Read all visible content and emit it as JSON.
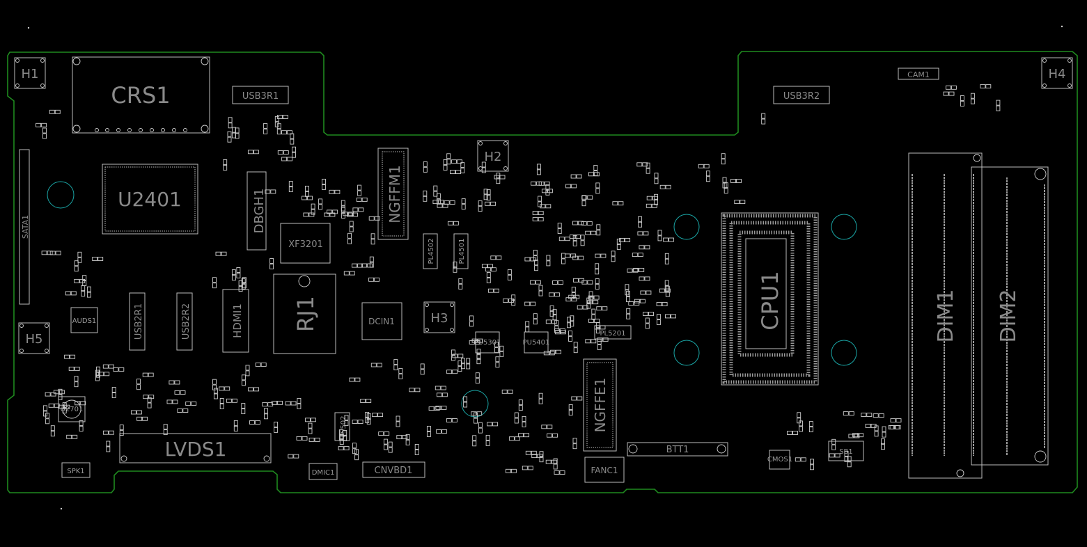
{
  "board": {
    "outline_color": "#1f8a1f",
    "background": "#000000",
    "silk_color": "#bdbdbd",
    "label_color": "#8a8a8a",
    "hole_color": "#1aa6a6"
  },
  "labels": {
    "h1": "H1",
    "h2": "H2",
    "h3": "H3",
    "h4": "H4",
    "h5": "H5",
    "crs1": "CRS1",
    "usb3r1": "USB3R1",
    "usb3r2": "USB3R2",
    "cam1": "CAM1",
    "sata1": "SATA1",
    "u2401": "U2401",
    "dbgh1": "DBGH1",
    "xf3201": "XF3201",
    "ngffm1": "NGFFM1",
    "rj1": "RJ1",
    "dcin1": "DCIN1",
    "hdmi1": "HDMI1",
    "usb2r1": "USB2R1",
    "usb2r2": "USB2R2",
    "auds1": "AUDS1",
    "u2701": "U2701",
    "lvds1": "LVDS1",
    "spk1": "SPK1",
    "dmic1": "DMIC1",
    "cnvbd1": "CNVBD1",
    "l5502": "L5502",
    "ngffe1": "NGFFE1",
    "fanc1": "FANC1",
    "btt1": "BTT1",
    "cpu1": "CPU1",
    "dim1": "DIM1",
    "dim2": "DIM2",
    "sb1": "SB1",
    "cmos1": "CMOS1",
    "pl4502": "PL4502",
    "pl4501": "PL4501",
    "pl5201": "PL5201",
    "pu5301": "PU5301",
    "pu5401": "PU5401"
  }
}
